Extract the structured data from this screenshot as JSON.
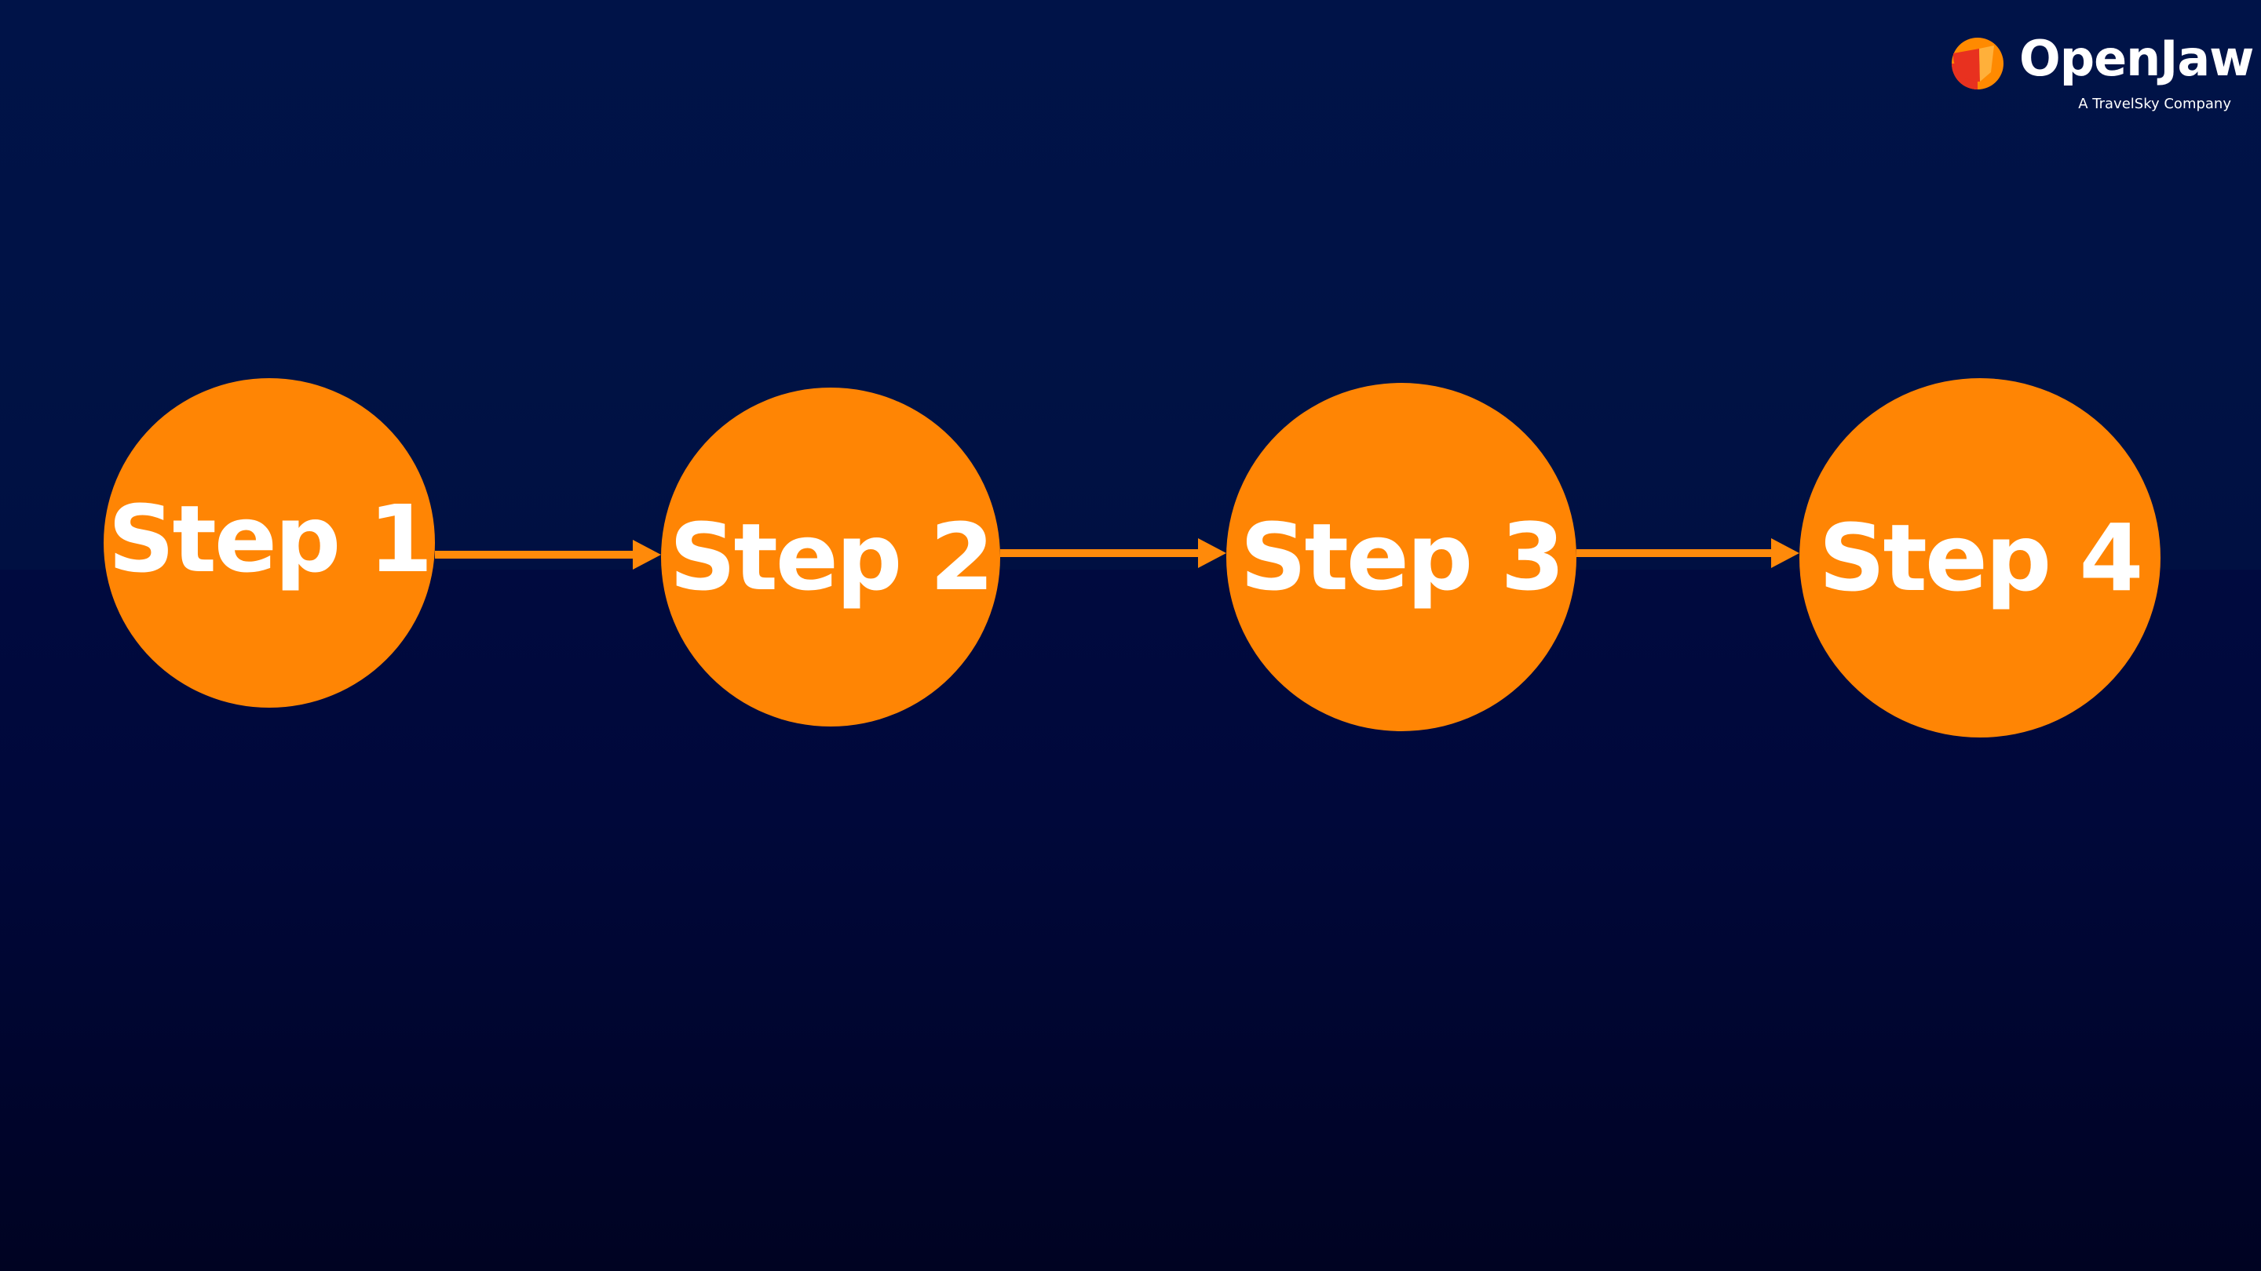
{
  "brand": {
    "name": "OpenJaw",
    "tagline": "A TravelSky Company",
    "colors": {
      "mark_primary": "#ff8a00",
      "mark_secondary": "#e8311f",
      "text": "#ffffff"
    },
    "icon": "openjaw-logo-mark"
  },
  "theme": {
    "background": "#001046",
    "node_fill": "#ff8504",
    "connector_color": "#ff8a0a",
    "label_color": "#ffffff"
  },
  "flow": {
    "steps": [
      {
        "label": "Step 1"
      },
      {
        "label": "Step 2"
      },
      {
        "label": "Step 3"
      },
      {
        "label": "Step 4"
      }
    ],
    "connectors": [
      {
        "from": "Step 1",
        "to": "Step 2",
        "icon": "arrow-right-icon"
      },
      {
        "from": "Step 2",
        "to": "Step 3",
        "icon": "arrow-right-icon"
      },
      {
        "from": "Step 3",
        "to": "Step 4",
        "icon": "arrow-right-icon"
      }
    ]
  }
}
